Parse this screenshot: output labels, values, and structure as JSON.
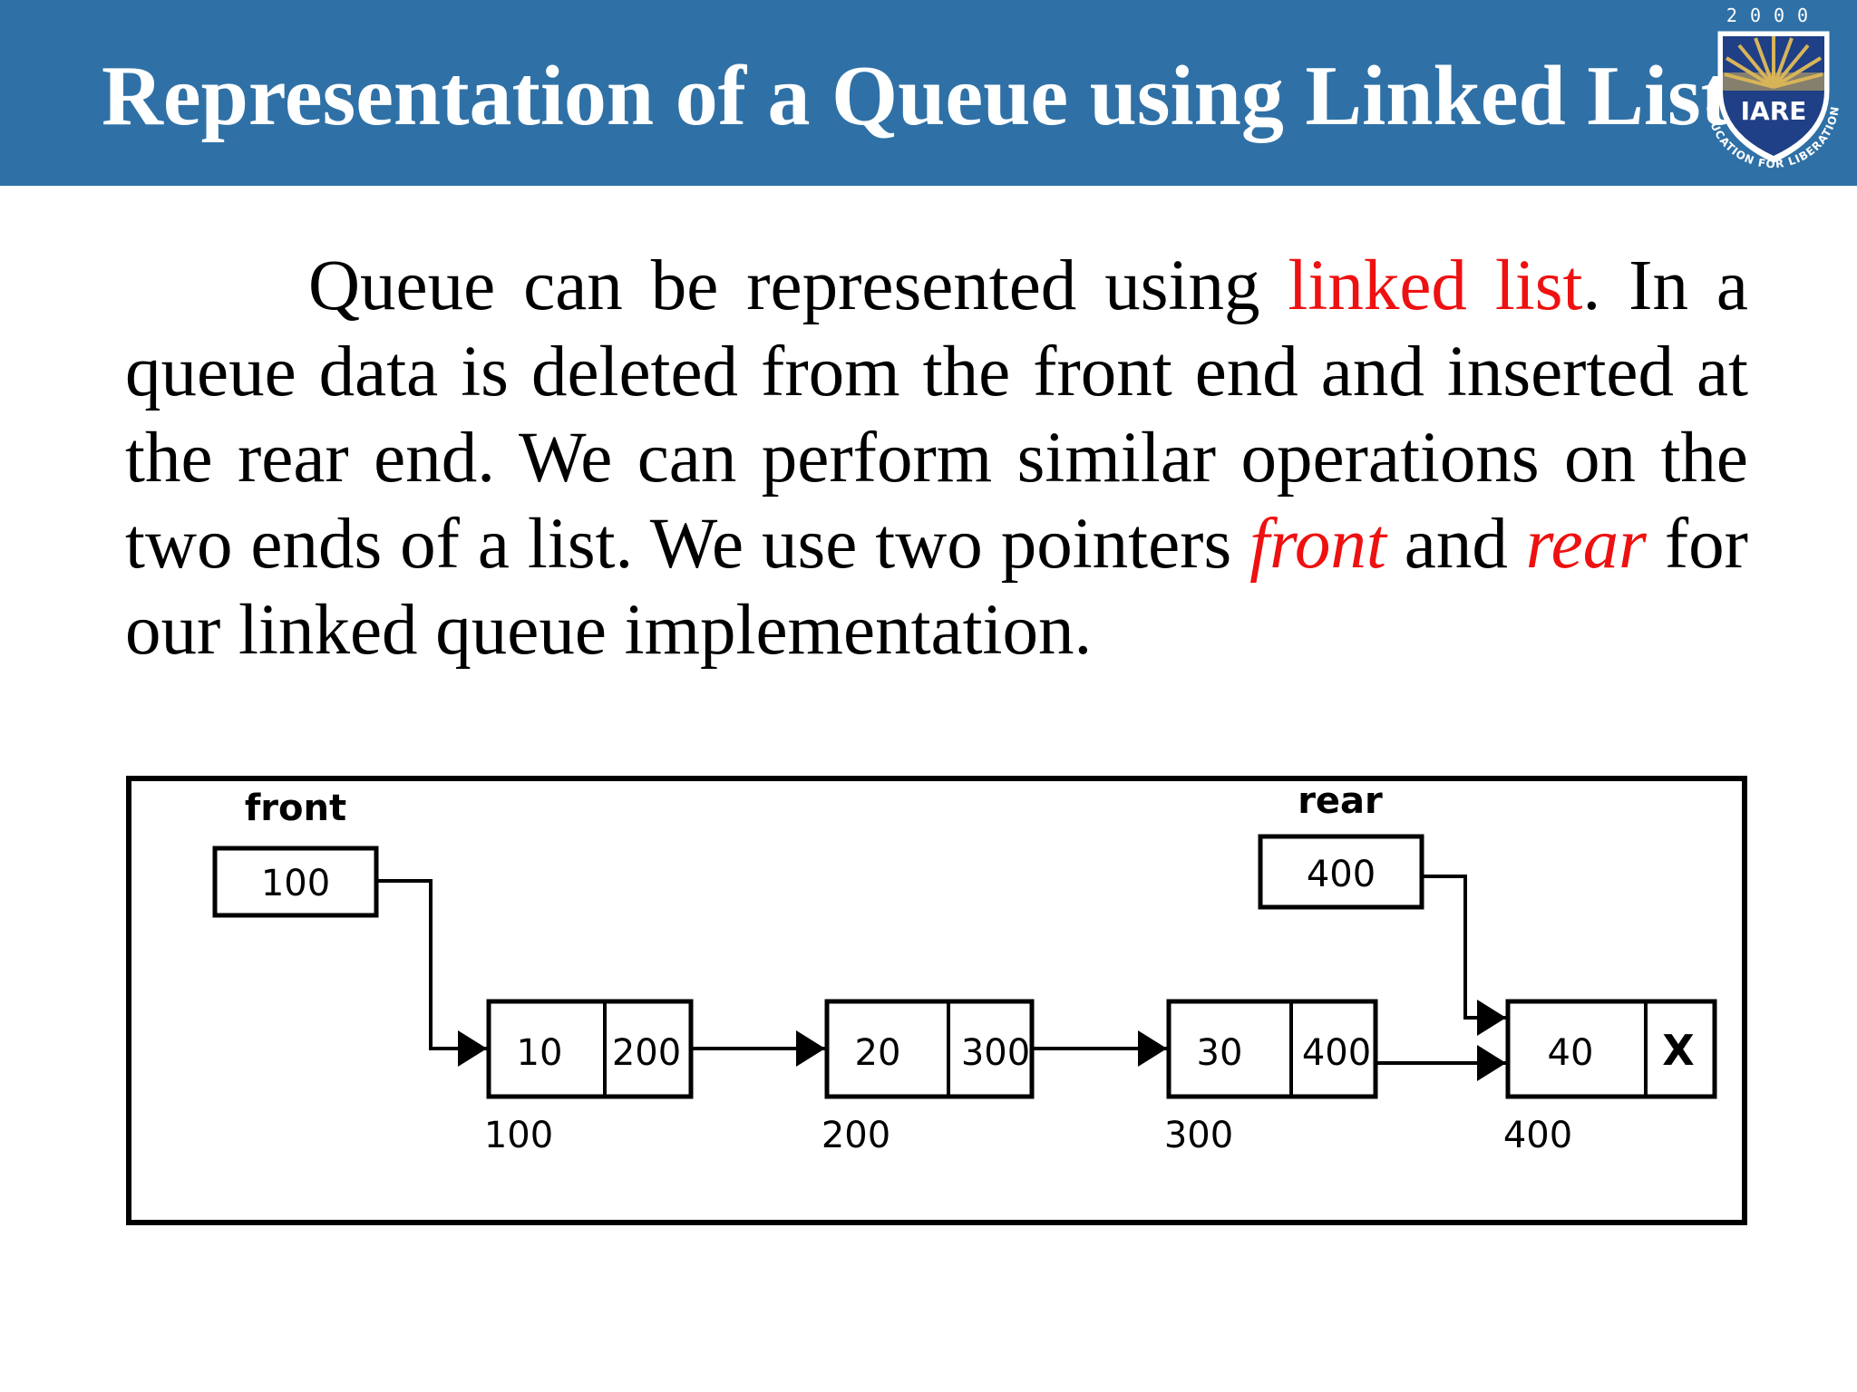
{
  "header": {
    "title": "Representation of a Queue using Linked List",
    "logo": {
      "year": "2000",
      "name": "IARE",
      "motto": "EDUCATION FOR LIBERATION"
    }
  },
  "paragraph": {
    "s1": "Queue can  be represented using ",
    "s2": "linked list",
    "s3": ". In a queue data is deleted from the front end and inserted at the rear end. We can perform similar operations on the two ends of a list. We use two pointers ",
    "s4": "front",
    "s5": " and ",
    "s6": "rear",
    "s7": " for our linked queue implementation."
  },
  "colors": {
    "header_bg": "#2f71a6",
    "highlight": "#ee1111"
  },
  "diagram": {
    "front": {
      "label": "front",
      "value": "100"
    },
    "rear": {
      "label": "rear",
      "value": "400"
    },
    "nodes": [
      {
        "data": "10",
        "next": "200",
        "address": "100"
      },
      {
        "data": "20",
        "next": "300",
        "address": "200"
      },
      {
        "data": "30",
        "next": "400",
        "address": "300"
      },
      {
        "data": "40",
        "next": "X",
        "address": "400"
      }
    ]
  }
}
